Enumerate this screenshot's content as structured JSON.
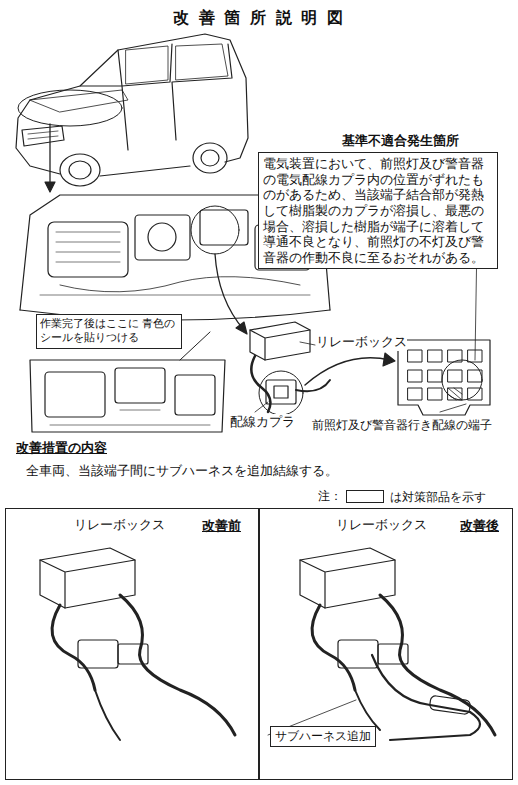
{
  "diagram": {
    "title": "改 善 箇 所 説 明 図",
    "nodes": [
      {
        "text": [
          "基準不適合発生箇所",
          "電気装置において、前照灯及び警音器の電気配線カプラ内の位置がずれたものがあるため、当該端子結合部が発熱して樹脂製のカプラが溶損し、最悪の場合、溶損した樹脂が端子に溶着して導通不良となり、前照灯の不灯及び警音器の作動不良に至るおそれがある。"
        ]
      },
      {
        "text": [
          "作業完了後はここに 青色のシールを貼りつける"
        ]
      },
      {
        "text": [
          "リレーボックス",
          "改善前"
        ]
      },
      {
        "text": [
          "リレーボックス",
          "改善後"
        ]
      },
      {
        "text": [
          "サブハーネス追加"
        ],
        "in": 3
      }
    ],
    "labels": [
      "リレーボックス",
      "配線カプラ",
      "前照灯及び警音器行き配線の端子",
      "改善措置の内容",
      "全車両、当該端子間にサブハーネスを追加結線する。",
      "注："
    ],
    "legend": [
      {
        "text": "は対策部品を示す"
      }
    ]
  }
}
